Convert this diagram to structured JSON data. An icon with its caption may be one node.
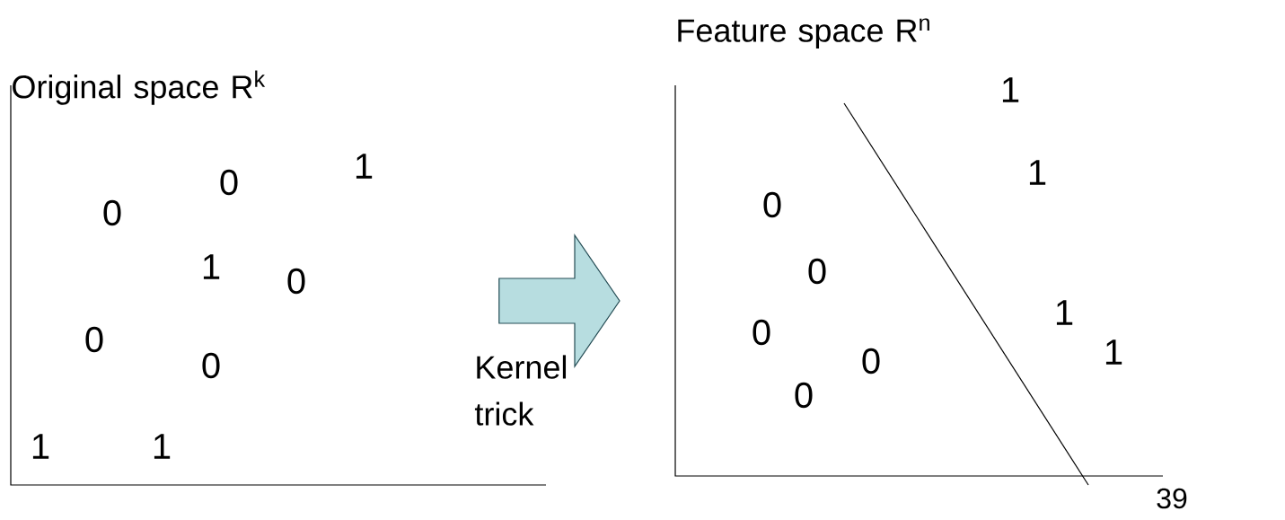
{
  "diagram": {
    "nodes": [
      {
        "text": [
          "Original space R$^{k}$"
        ]
      },
      {
        "text": [
          "Feature space R$^{n}$"
        ]
      }
    ],
    "edges": [
      {
        "from": 0,
        "to": 1,
        "arrow": "to",
        "label": "Kernel trick"
      }
    ],
    "labels": [
      "1",
      "0",
      "0",
      "1",
      "0",
      "0",
      "0",
      "1",
      "1",
      "1",
      "1",
      "0",
      "0",
      "1",
      "0",
      "0",
      "1",
      "0",
      "39"
    ]
  }
}
